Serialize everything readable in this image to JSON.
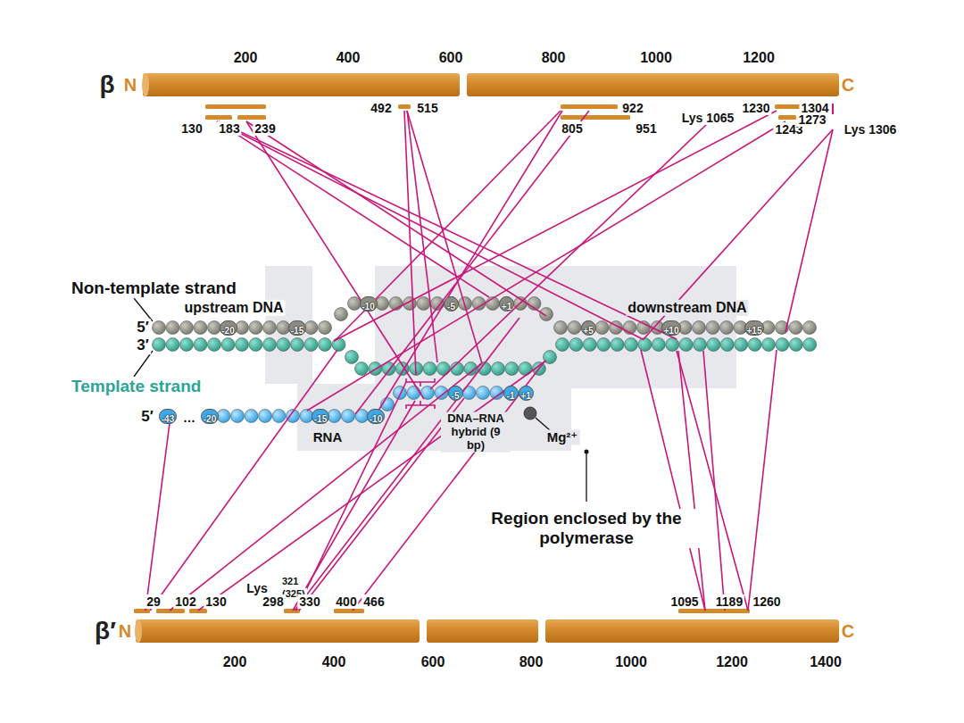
{
  "diagram": {
    "nodes": [
      {
        "text": [
          "β",
          "N",
          "C"
        ]
      },
      {
        "text": [
          "-20"
        ]
      },
      {
        "text": [
          "-15"
        ]
      },
      {
        "text": [
          "-10"
        ]
      },
      {
        "text": [
          "-5"
        ]
      },
      {
        "text": [
          "+1"
        ]
      },
      {
        "text": [
          "+5"
        ]
      },
      {
        "text": [
          "+10"
        ]
      },
      {
        "text": [
          "+15"
        ]
      },
      {
        "text": [
          "-43"
        ]
      },
      {
        "text": [
          "-20"
        ]
      },
      {
        "text": [
          "-15"
        ]
      },
      {
        "text": [
          "-10"
        ]
      },
      {
        "text": [
          "-5"
        ]
      },
      {
        "text": [
          "-1"
        ]
      },
      {
        "text": [
          "+1"
        ]
      },
      {
        "text": [
          "β′",
          "N",
          "C"
        ]
      }
    ],
    "labels": [
      "200",
      "400",
      "600",
      "800",
      "1000",
      "1200",
      "130",
      "183",
      "239",
      "492",
      "515",
      "922",
      "805",
      "951",
      "Lys 1065",
      "1230",
      "1304",
      "1243",
      "1273",
      "Lys 1306",
      "Non-template strand",
      "upstream DNA",
      "5′",
      "3′",
      "Template strand",
      "downstream DNA",
      "5′",
      "…",
      "RNA",
      "DNA–RNA hybrid (9 bp)",
      "Mg²⁺",
      "Region enclosed by the polymerase",
      "Lys",
      "321",
      "(325)",
      "29",
      "102",
      "130",
      "298",
      "330",
      "400",
      "466",
      "1095",
      "1189",
      "1260",
      "200",
      "400",
      "600",
      "800",
      "1000",
      "1200",
      "1400"
    ]
  }
}
